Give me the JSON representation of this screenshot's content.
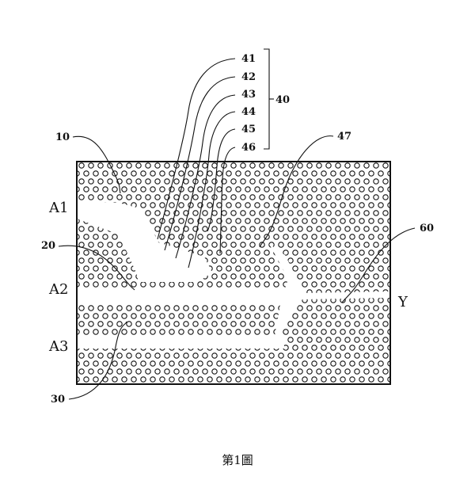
{
  "labels": {
    "n41": "41",
    "n42": "42",
    "n43": "43",
    "n44": "44",
    "n45": "45",
    "n46": "46",
    "n40": "40",
    "n47": "47",
    "n10": "10",
    "n20": "20",
    "n30": "30",
    "n60": "60",
    "a1": "A1",
    "a2": "A2",
    "a3": "A3",
    "y": "Y"
  },
  "caption": "第1圖"
}
